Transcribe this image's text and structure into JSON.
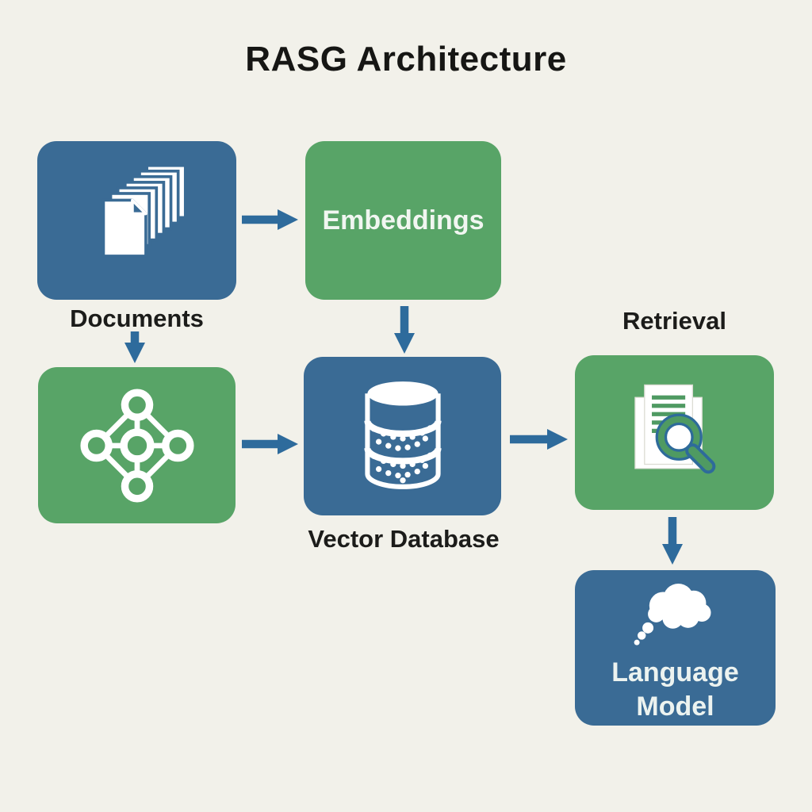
{
  "title": "RASG Architecture",
  "diagram_type": "flowchart",
  "colors": {
    "background": "#f2f1ea",
    "blue_box": "#3a6b95",
    "green_box": "#58a467",
    "arrow": "#2e6b9c",
    "outside_label_text": "#1c1c1a",
    "inside_box_text": "#f1f6f1"
  },
  "nodes": {
    "documents": {
      "label": "Documents",
      "icon": "documents-stack-icon",
      "box_color": "blue",
      "label_position": "below"
    },
    "embeddings": {
      "label": "Embeddings",
      "icon": "none",
      "box_color": "green",
      "label_position": "inside"
    },
    "graph": {
      "label": "",
      "icon": "network-graph-icon",
      "box_color": "green",
      "label_position": "none"
    },
    "vector_database": {
      "label": "Vector Database",
      "icon": "database-cylinder-icon",
      "box_color": "blue",
      "label_position": "below"
    },
    "retrieval": {
      "label": "Retrieval",
      "icon": "document-search-icon",
      "box_color": "green",
      "label_position": "above"
    },
    "language_model": {
      "label": "Language Model",
      "icon": "thought-bubble-icon",
      "box_color": "blue",
      "label_position": "inside"
    }
  },
  "edges": [
    {
      "from": "documents",
      "to": "embeddings",
      "direction": "right"
    },
    {
      "from": "documents",
      "to": "graph",
      "direction": "down"
    },
    {
      "from": "embeddings",
      "to": "vector_database",
      "direction": "down"
    },
    {
      "from": "graph",
      "to": "vector_database",
      "direction": "right"
    },
    {
      "from": "vector_database",
      "to": "retrieval",
      "direction": "right"
    },
    {
      "from": "retrieval",
      "to": "language_model",
      "direction": "down"
    }
  ]
}
